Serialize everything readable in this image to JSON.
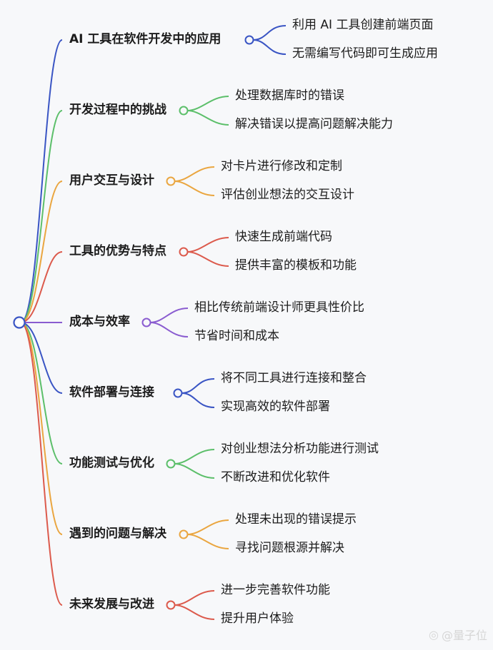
{
  "mindmap": {
    "root": {
      "label": ""
    },
    "topics": [
      {
        "label": "AI 工具在软件开发中的应用",
        "color": "#3a55c4",
        "children": [
          "利用 AI 工具创建前端页面",
          "无需编写代码即可生成应用"
        ]
      },
      {
        "label": "开发过程中的挑战",
        "color": "#5cbf6a",
        "children": [
          "处理数据库时的错误",
          "解决错误以提高问题解决能力"
        ]
      },
      {
        "label": "用户交互与设计",
        "color": "#eaa640",
        "children": [
          "对卡片进行修改和定制",
          "评估创业想法的交互设计"
        ]
      },
      {
        "label": "工具的优势与特点",
        "color": "#dc5a4c",
        "children": [
          "快速生成前端代码",
          "提供丰富的模板和功能"
        ]
      },
      {
        "label": "成本与效率",
        "color": "#8a5cd0",
        "children": [
          "相比传统前端设计师更具性价比",
          "节省时间和成本"
        ]
      },
      {
        "label": "软件部署与连接",
        "color": "#3a55c4",
        "children": [
          "将不同工具进行连接和整合",
          "实现高效的软件部署"
        ]
      },
      {
        "label": "功能测试与优化",
        "color": "#5cbf6a",
        "children": [
          "对创业想法分析功能进行测试",
          "不断改进和优化软件"
        ]
      },
      {
        "label": "遇到的问题与解决",
        "color": "#eaa640",
        "children": [
          "处理未出现的错误提示",
          "寻找问题根源并解决"
        ]
      },
      {
        "label": "未来发展与改进",
        "color": "#dc5a4c",
        "children": [
          "进一步完善软件功能",
          "提升用户体验"
        ]
      }
    ]
  },
  "watermark": {
    "icon": "weibo-icon",
    "text": "@量子位"
  }
}
